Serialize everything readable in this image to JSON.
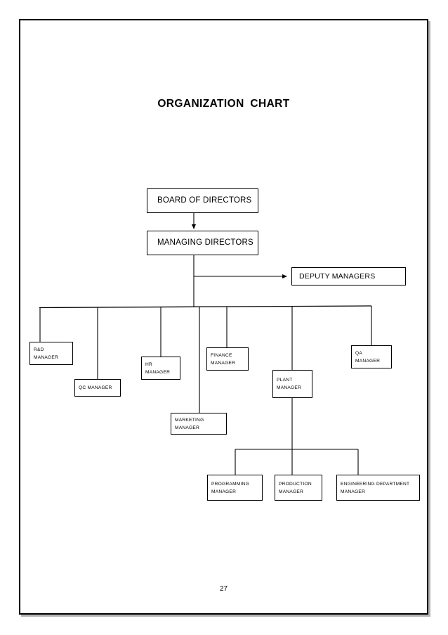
{
  "document": {
    "title": "ORGANIZATION CHART",
    "page_number": "27",
    "border_color": "#000000",
    "background_color": "#ffffff",
    "line_color": "#000000"
  },
  "chart_data": {
    "type": "diagram",
    "subtype": "organization-chart",
    "title": "ORGANIZATION CHART",
    "nodes": [
      {
        "id": "board",
        "label": "BOARD OF DIRECTORS",
        "lines": [
          "BOARD OF DIRECTORS"
        ],
        "level": 0
      },
      {
        "id": "managing",
        "label": "MANAGING DIRECTORS",
        "lines": [
          "MANAGING  DIRECTORS"
        ],
        "level": 1
      },
      {
        "id": "deputy",
        "label": "DEPUTY MANAGERS",
        "lines": [
          "DEPUTY MANAGERS"
        ],
        "level": 2
      },
      {
        "id": "rnd",
        "label": "R&D MANAGER",
        "lines": [
          "R&D",
          "MANAGER"
        ],
        "level": 3
      },
      {
        "id": "qc",
        "label": "QC MANAGER",
        "lines": [
          "QC MANAGER"
        ],
        "level": 3
      },
      {
        "id": "hr",
        "label": "HR MANAGER",
        "lines": [
          "HR",
          "MANAGER"
        ],
        "level": 3
      },
      {
        "id": "marketing",
        "label": "MARKETING MANAGER",
        "lines": [
          "MARKETING",
          "MANAGER"
        ],
        "level": 3
      },
      {
        "id": "finance",
        "label": "FINANCE MANAGER",
        "lines": [
          "FINANCE",
          "MANAGER"
        ],
        "level": 3
      },
      {
        "id": "plant",
        "label": "PLANT MANAGER",
        "lines": [
          "PLANT",
          "MANAGER"
        ],
        "level": 3
      },
      {
        "id": "qa",
        "label": "QA MANAGER",
        "lines": [
          "QA",
          "MANAGER"
        ],
        "level": 3
      },
      {
        "id": "programming",
        "label": "PROGRAMMING MANAGER",
        "lines": [
          "PROGRAMMING",
          "MANAGER"
        ],
        "level": 4
      },
      {
        "id": "production",
        "label": "PRODUCTION MANAGER",
        "lines": [
          "PRODUCTION",
          "MANAGER"
        ],
        "level": 4
      },
      {
        "id": "engineering",
        "label": "ENGINEERING DEPARTMENT MANAGER",
        "lines": [
          "ENGINEERING DEPARTMENT",
          "MANAGER"
        ],
        "level": 4
      }
    ],
    "edges": [
      {
        "from": "board",
        "to": "managing",
        "arrow": true
      },
      {
        "from": "managing",
        "to": "deputy",
        "arrow": true
      },
      {
        "from": "managing",
        "to": "rnd",
        "arrow": false
      },
      {
        "from": "managing",
        "to": "qc",
        "arrow": false
      },
      {
        "from": "managing",
        "to": "hr",
        "arrow": false
      },
      {
        "from": "managing",
        "to": "marketing",
        "arrow": false
      },
      {
        "from": "managing",
        "to": "finance",
        "arrow": false
      },
      {
        "from": "managing",
        "to": "plant",
        "arrow": false
      },
      {
        "from": "managing",
        "to": "qa",
        "arrow": false
      },
      {
        "from": "plant",
        "to": "programming",
        "arrow": false
      },
      {
        "from": "plant",
        "to": "production",
        "arrow": false
      },
      {
        "from": "plant",
        "to": "engineering",
        "arrow": false
      }
    ]
  },
  "nodes": {
    "board": {
      "l1": "BOARD OF DIRECTORS"
    },
    "managing": {
      "l1": "MANAGING  DIRECTORS"
    },
    "deputy": {
      "l1": "DEPUTY MANAGERS"
    },
    "rnd": {
      "l1": "R&D",
      "l2": "MANAGER"
    },
    "qc": {
      "l1": "QC MANAGER"
    },
    "hr": {
      "l1": "HR",
      "l2": "MANAGER"
    },
    "marketing": {
      "l1": "MARKETING",
      "l2": "MANAGER"
    },
    "finance": {
      "l1": "FINANCE",
      "l2": "MANAGER"
    },
    "plant": {
      "l1": "PLANT",
      "l2": "MANAGER"
    },
    "qa": {
      "l1": "QA",
      "l2": "MANAGER"
    },
    "programming": {
      "l1": "PROGRAMMING",
      "l2": "MANAGER"
    },
    "production": {
      "l1": "PRODUCTION",
      "l2": "MANAGER"
    },
    "engineering": {
      "l1": "ENGINEERING DEPARTMENT",
      "l2": "MANAGER"
    }
  }
}
